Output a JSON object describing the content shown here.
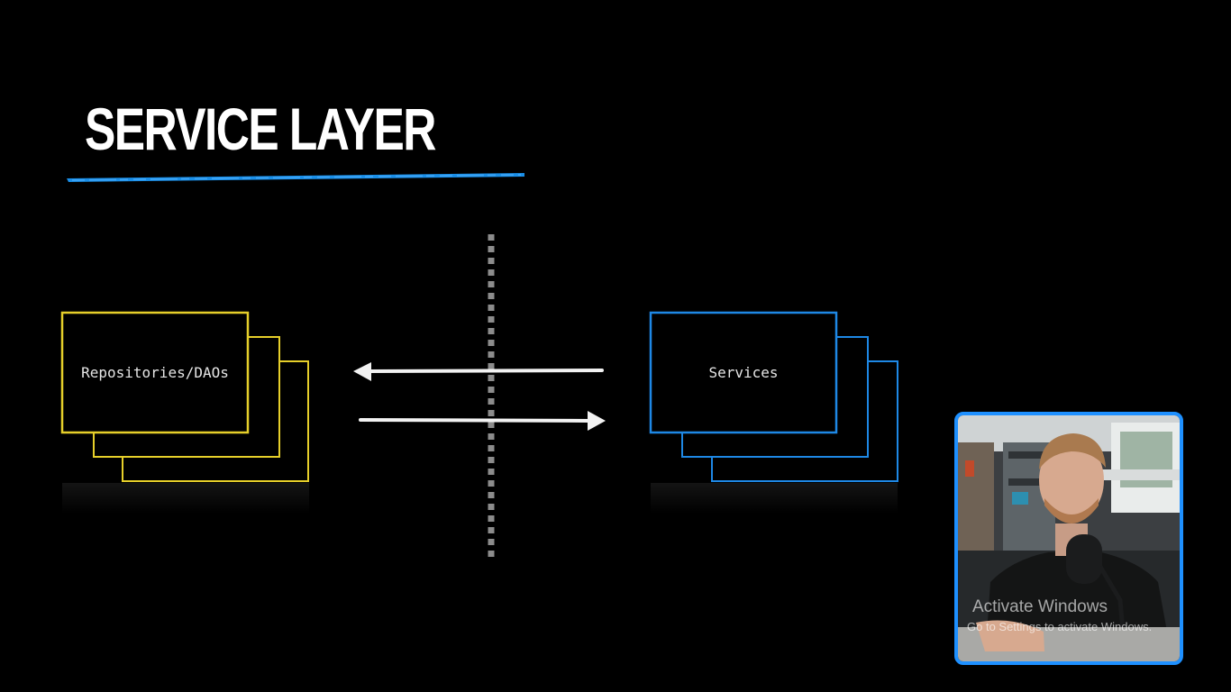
{
  "slide": {
    "title": "SERVICE LAYER"
  },
  "diagram": {
    "left_stack": {
      "label": "Repositories/DAOs",
      "color": "#e6cf2a"
    },
    "right_stack": {
      "label": "Services",
      "color": "#1e88e5"
    },
    "underline_color": "#1a8fe8",
    "divider": "dashed-vertical-line",
    "arrows": [
      "arrow-left",
      "arrow-right"
    ]
  },
  "webcam": {
    "border_color": "#1e90ff",
    "watermark_title": "Activate Windows",
    "watermark_subtitle": "Go to Settings to activate Windows."
  }
}
